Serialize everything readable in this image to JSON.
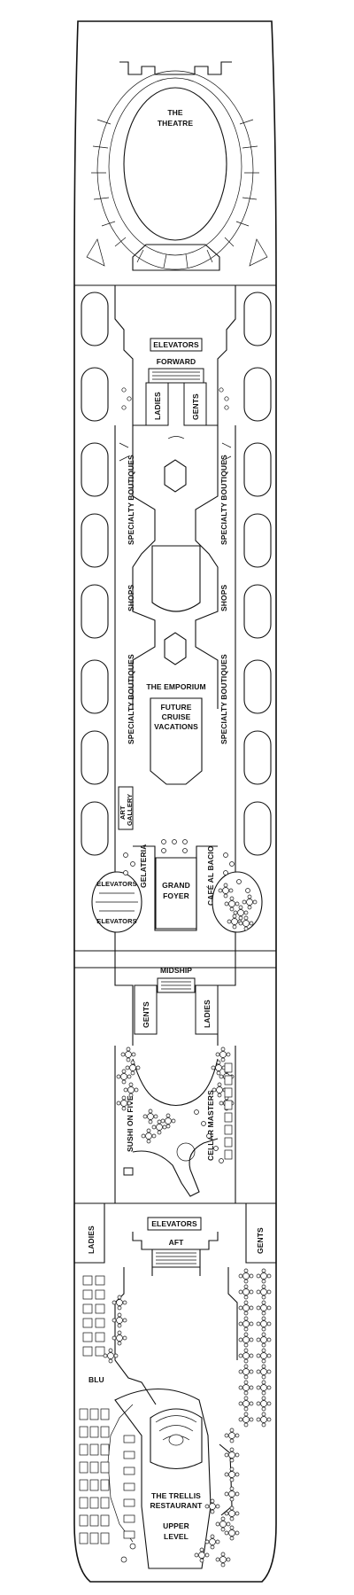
{
  "deck_labels": {
    "theatre_line1": "THE",
    "theatre_line2": "THEATRE",
    "elevators_forward": "ELEVATORS",
    "forward": "FORWARD",
    "ladies_forward": "LADIES",
    "gents_forward": "GENTS",
    "specialty_boutiques_1": "SPECIALTY BOUTIQUES",
    "specialty_boutiques_2": "SPECIALTY BOUTIQUES",
    "shops_left": "SHOPS",
    "shops_right": "SHOPS",
    "specialty_boutiques_3": "SPECIALTY BOUTIQUES",
    "specialty_boutiques_4": "SPECIALTY BOUTIQUES",
    "emporium": "THE EMPORIUM",
    "future_line1": "FUTURE",
    "future_line2": "CRUISE",
    "future_line3": "VACATIONS",
    "art_line1": "ART",
    "art_line2": "GALLERY",
    "gelateria": "GELATERIA",
    "cafe": "CAFÉ AL BACIO",
    "grand_line1": "GRAND",
    "grand_line2": "FOYER",
    "elevators_left_top": "ELEVATORS",
    "elevators_left_bottom": "ELEVATORS",
    "midship": "MIDSHIP",
    "gents_mid": "GENTS",
    "ladies_mid": "LADIES",
    "sushi": "SUSHI ON FIVE",
    "cellar": "CELLAR MASTERS",
    "elevators_aft": "ELEVATORS",
    "aft": "AFT",
    "ladies_aft": "LADIES",
    "gents_aft": "GENTS",
    "blu": "BLU",
    "trellis_line1": "THE TRELLIS",
    "trellis_line2": "RESTAURANT",
    "upper_line1": "UPPER",
    "upper_line2": "LEVEL"
  }
}
